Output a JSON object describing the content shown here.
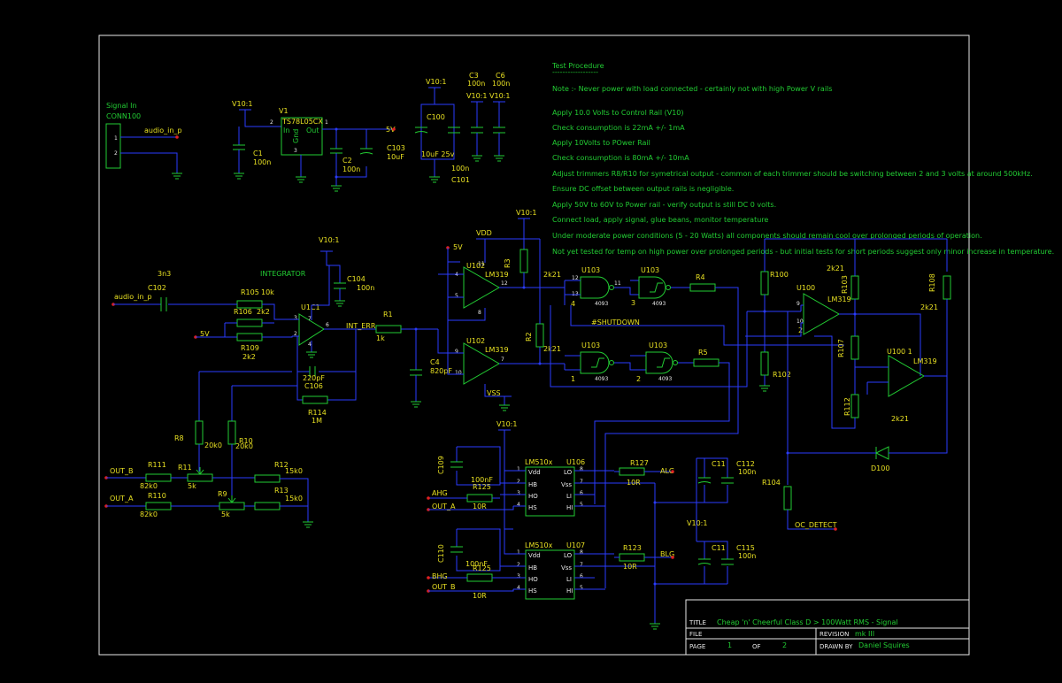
{
  "notes": {
    "title": "Test Procedure",
    "underline": "------------------",
    "lines": [
      "Note :- Never power with load connected - certainly not with high Power V rails",
      "Apply 10.0 Volts to Control Rail  (V10)",
      "Check consumption is 22mA +/- 1mA",
      "Apply 10Volts to POwer Rail",
      "Check consumption is 80mA +/- 10mA",
      "Adjust trimmers R8/R10 for symetrical output - common of each trimmer should be switching between 2 and 3 volts at around 500kHz.",
      "Ensure DC offset between output rails is negligible.",
      "Apply 50V to 60V to Power rail - verify output is still DC 0 volts.",
      "Connect load, apply signal, glue beans, monitor temperature",
      "Under moderate power conditions (5 - 20 Watts) all components should remain cool over prolonged periods of operation.",
      "Not yet tested for temp on high power over prolonged periods - but initial tests for short periods suggest only minor increase in temperature."
    ]
  },
  "title_block": {
    "title_label": "TITLE",
    "title": "Cheap 'n' Cheerful Class D > 100Watt RMS - Signal",
    "file_label": "FILE",
    "revision_label": "REVISION",
    "revision": "mk III",
    "page_label": "PAGE",
    "page": "1",
    "of_label": "OF",
    "pages": "2",
    "drawn_by_label": "DRAWN BY",
    "drawn_by": "Daniel Squires"
  },
  "labels": {
    "signal_in": "Signal In",
    "conn": "CONN100",
    "audio_in_p_1": "audio_in_p",
    "audio_in_p_2": "audio_in_p",
    "integrator": "INTEGRATOR",
    "int_err": "INT_ERR",
    "shutdown": "#SHUTDOWN",
    "oc_detect": "OC_DETECT",
    "ahg": "AHG",
    "alg": "ALG",
    "bhg": "BHG",
    "blg": "BLG",
    "out_a_1": "OUT_A",
    "out_a_2": "OUT_A",
    "out_b_1": "OUT_B",
    "out_b_2": "OUT_B",
    "vdd": "VDD",
    "vss": "VSS",
    "v5_1": "5V",
    "v5_2": "5V",
    "v5_3": "5V",
    "v10_1": "V10:1",
    "v10_2": "V10:1",
    "v10_3": "V10:1",
    "v10_4": "V10:1",
    "v10_5": "V10:1",
    "v10_6": "V10:1",
    "v10_7": "V10:1",
    "v10_8": "V10:1"
  },
  "components": {
    "v1": "V1",
    "v1_part": "TS78L05CX",
    "v1_in": "In",
    "v1_gnd": "Gnd",
    "v1_out": "Out",
    "c1": "C1",
    "c1_val": "100n",
    "c2": "C2",
    "c2_val": "100n",
    "c103": "C103",
    "c103_val": "10uF",
    "c100": "C100",
    "c100_val": "10uF 25v",
    "c101": "C101",
    "c101_val": "100n",
    "c3": "C3",
    "c3_val": "100n",
    "c6": "C6",
    "c6_val": "100n",
    "c102": "C102",
    "c102_val": "3n3",
    "r105": "R105",
    "r105_val": "10k",
    "r106": "R106",
    "r106_val": "2k2",
    "r109": "R109",
    "r109_val": "2k2",
    "u1c1": "U1C1",
    "c104": "C104",
    "c104_val": "100n",
    "c106": "C106",
    "c106_val": "220pF",
    "r114": "R114",
    "r114_val": "1M",
    "r1": "R1",
    "r1_val": "1k",
    "c4": "C4",
    "c4_val": "820pF",
    "u102a": "U102",
    "u102b": "U102",
    "lm319": "LM319",
    "r3": "R3",
    "r3_val": "2k21",
    "r2": "R2",
    "r2_val": "2k21",
    "u103a": "U103",
    "u103b": "U103",
    "u103c": "U103",
    "u103d": "U103",
    "u103_part": "4093",
    "r4": "R4",
    "r5": "R5",
    "r100": "R100",
    "r102": "R102",
    "r103": "R103",
    "r107": "R107",
    "r108": "R108",
    "r112": "R112",
    "r103_val": "2k21",
    "r108_val": "2k21",
    "r112_val": "2k21",
    "u100": "U100",
    "u1001": "U100 1",
    "lm319b": "LM319",
    "lm319c": "LM319",
    "d100": "D100",
    "r104": "R104",
    "r8": "R8",
    "r8_val": "20k0",
    "r10": "R10",
    "r10_val": "20k0",
    "r111": "R111",
    "r111_val": "82k0",
    "r110": "R110",
    "r110_val": "82k0",
    "r11": "R11",
    "r11_val": "5k",
    "r9": "R9",
    "r9_val": "5k",
    "r12": "R12",
    "r12_val": "15k0",
    "r13": "R13",
    "r13_val": "15k0",
    "c109": "C109",
    "c109_val": "100nF",
    "c110": "C110",
    "c110_val": "100nF",
    "lm510a": "LM510x",
    "u106": "U106",
    "lm510b": "LM510x",
    "u107": "U107",
    "r125a": "R125",
    "r125a_val": "10R",
    "r126": "R125",
    "r126_val": "10R",
    "r127": "R127",
    "r127_val": "10R",
    "r123": "R123",
    "r123_val": "10R",
    "c111": "C11",
    "c112": "C112",
    "c112_val": "100n",
    "c113": "C11",
    "c115": "C115",
    "c115_val": "100n",
    "lm5_vdd": "Vdd",
    "lm5_hb": "HB",
    "lm5_ho": "HO",
    "lm5_hs": "HS",
    "lm5_lo": "LO",
    "lm5_vss": "Vss",
    "lm5_li": "LI",
    "lm5_hi": "HI"
  },
  "colors": {
    "background": "#000000",
    "wire": "#2a3cff",
    "component": "#22cc33",
    "text": "#e8e022",
    "notes": "#22cc33",
    "border": "#e8e8e8",
    "terminal": "#e02020"
  }
}
